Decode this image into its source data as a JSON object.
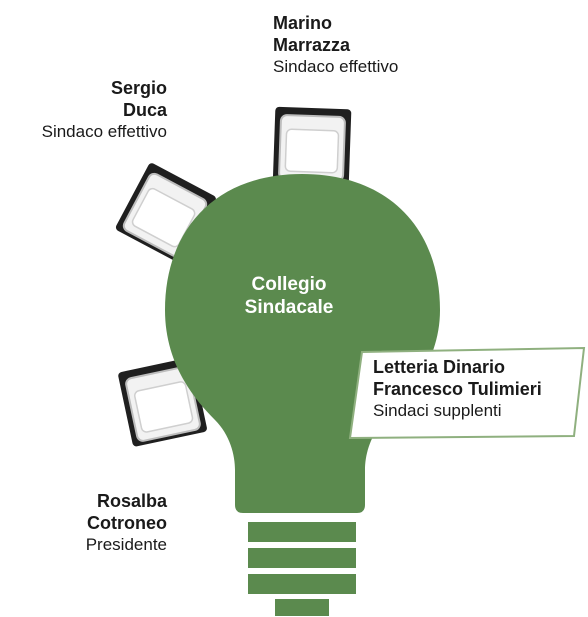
{
  "center": {
    "line1": "Collegio",
    "line2": "Sindacale"
  },
  "members": {
    "marino": {
      "first": "Marino",
      "last": "Marrazza",
      "role": "Sindaco effettivo"
    },
    "sergio": {
      "first": "Sergio",
      "last": "Duca",
      "role": "Sindaco effettivo"
    },
    "rosalba": {
      "first": "Rosalba",
      "last": "Cotroneo",
      "role": "Presidente"
    }
  },
  "supplenti": {
    "name1": "Letteria Dinario",
    "name2": "Francesco Tulimieri",
    "role": "Sindaci supplenti"
  },
  "colors": {
    "bulb_green": "#5b8a4e",
    "chair_dark": "#1f1f1f",
    "chair_light": "#f2f2f2",
    "box_border": "#8fb07f"
  }
}
